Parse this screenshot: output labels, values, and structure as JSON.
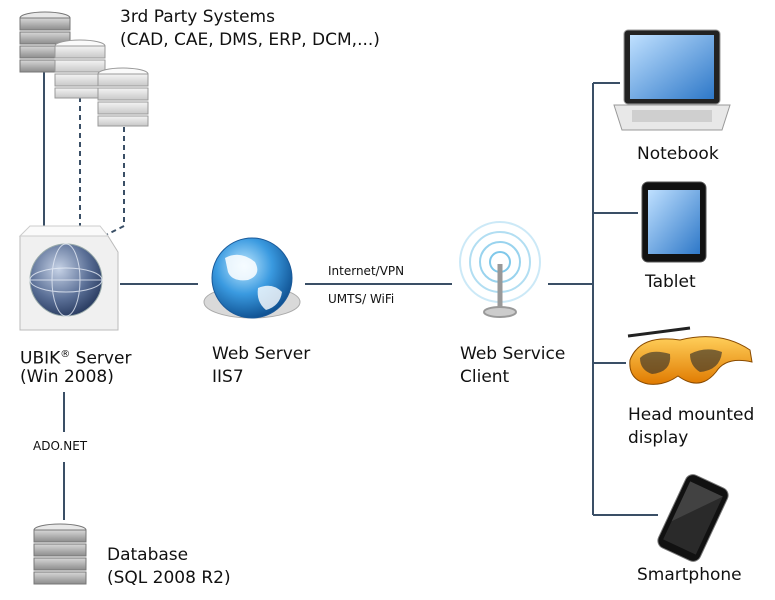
{
  "third_party": {
    "line1": "3rd Party Systems",
    "line2": "(CAD, CAE, DMS, ERP, DCM,...)"
  },
  "ubik": {
    "name": "UBIK",
    "reg": "®",
    "suffix": " Server",
    "line2": "(Win 2008)"
  },
  "web_server": {
    "line1": "Web Server",
    "line2": "IIS7"
  },
  "connection": {
    "top": "Internet/VPN",
    "bottom": "UMTS/ WiFi"
  },
  "client": {
    "line1": "Web Service",
    "line2": "Client"
  },
  "ado": "ADO.NET",
  "database": {
    "line1": "Database",
    "line2": "(SQL 2008 R2)"
  },
  "devices": {
    "notebook": "Notebook",
    "tablet": "Tablet",
    "hmd_line1": "Head mounted",
    "hmd_line2": "display",
    "smartphone": "Smartphone"
  },
  "colors": {
    "connector": "#3a4f66"
  }
}
